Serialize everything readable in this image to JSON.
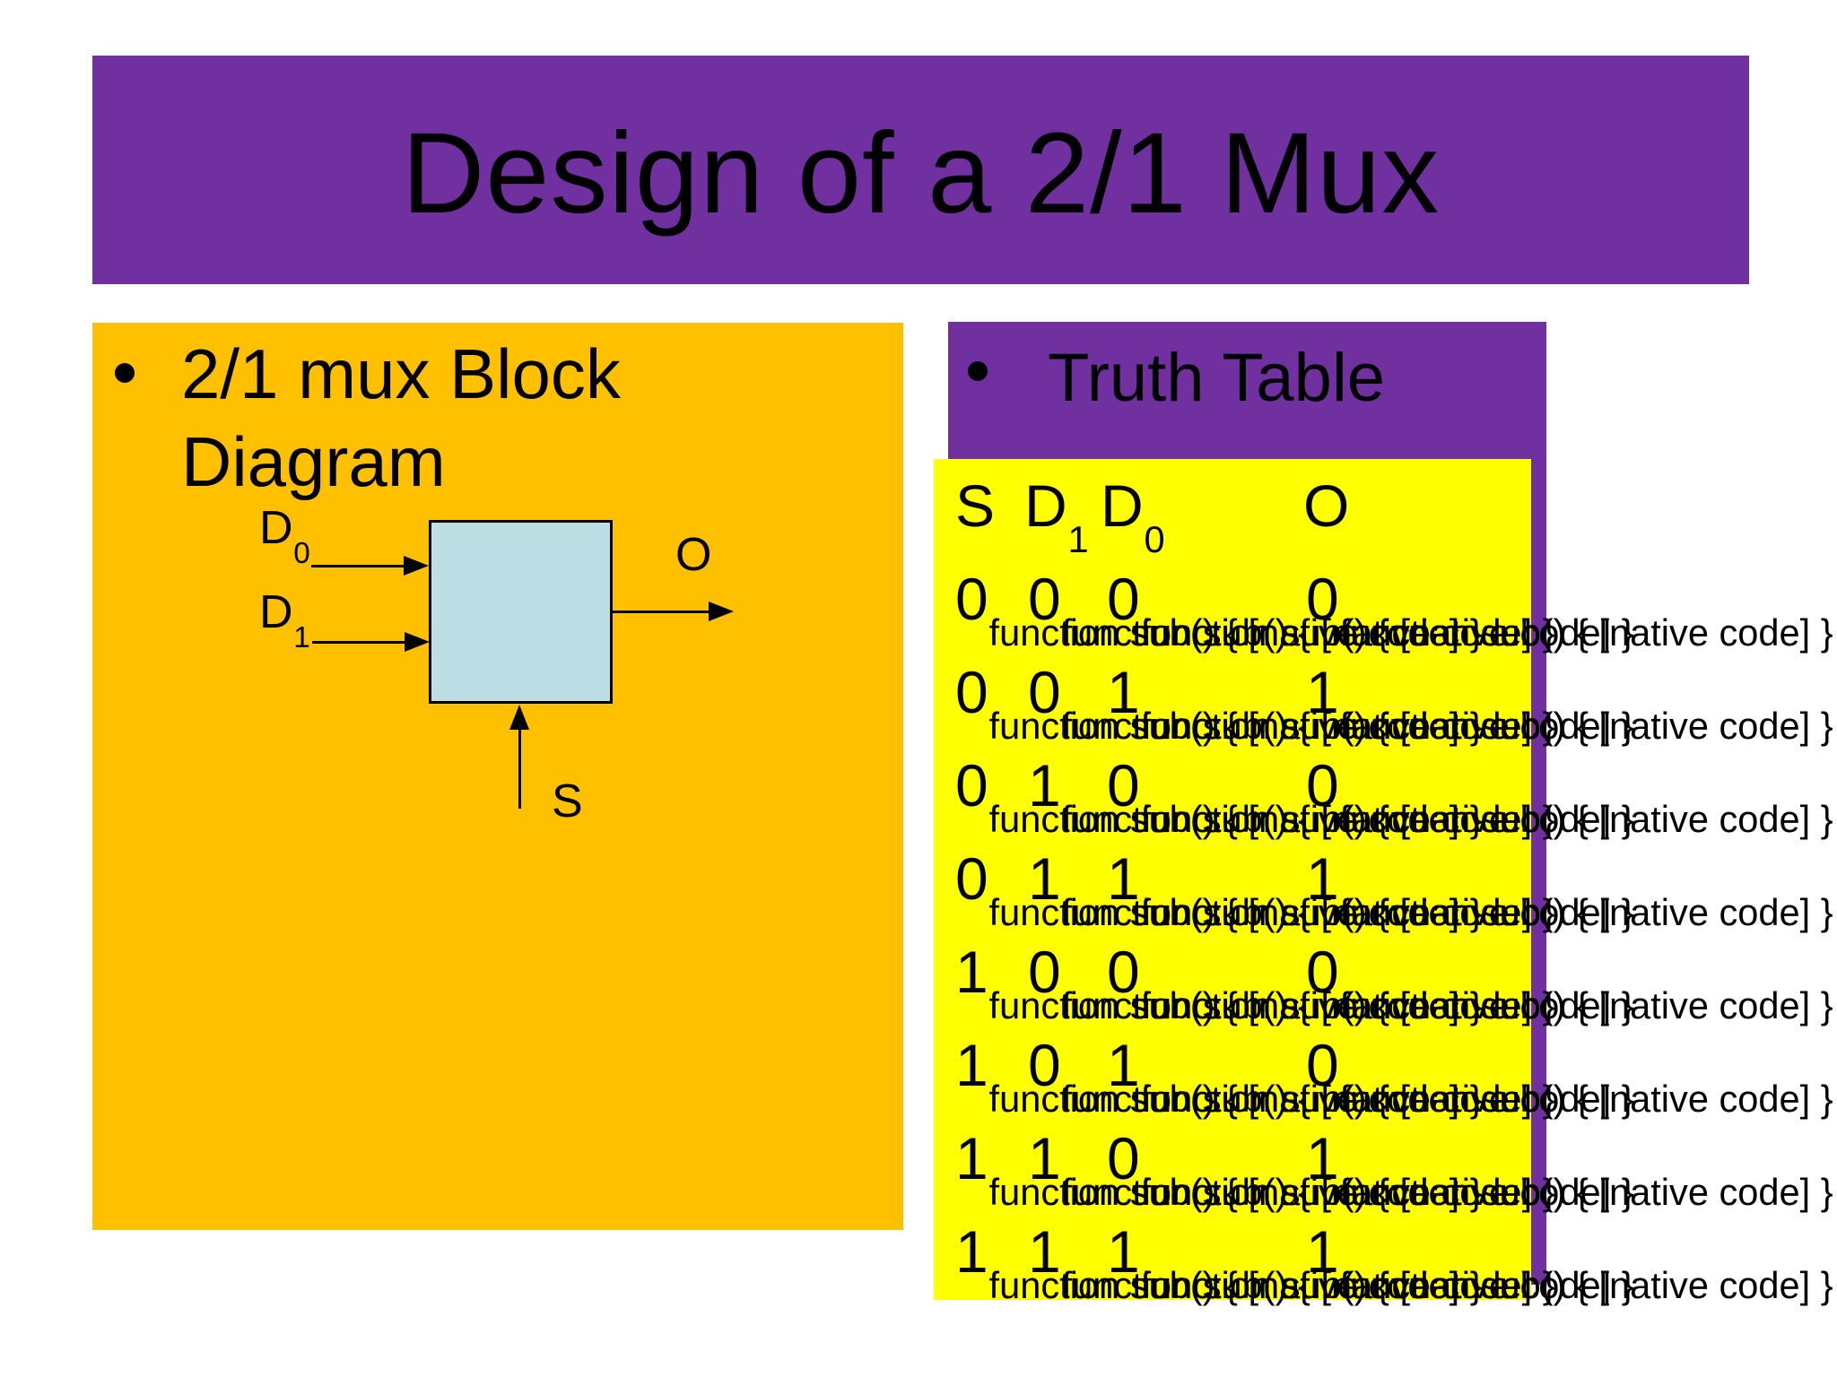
{
  "slide": {
    "title": "Design of a 2/1 Mux",
    "left_panel": {
      "bullet_text": "2/1 mux Block Diagram",
      "diagram": {
        "inputs": [
          {
            "label": "D",
            "sub": "0"
          },
          {
            "label": "D",
            "sub": "1"
          }
        ],
        "output": {
          "label": "O"
        },
        "select": {
          "label": "S"
        }
      }
    },
    "right_panel": {
      "bullet_text": "Truth Table",
      "table": {
        "columns": [
          {
            "label": "S",
            "sub": ""
          },
          {
            "label": "D",
            "sub": "1"
          },
          {
            "label": "D",
            "sub": "0"
          },
          {
            "label": "O",
            "sub": ""
          }
        ],
        "rows": [
          [
            "0",
            "0",
            "0",
            "0"
          ],
          [
            "0",
            "0",
            "1",
            "1"
          ],
          [
            "0",
            "1",
            "0",
            "0"
          ],
          [
            "0",
            "1",
            "1",
            "1"
          ],
          [
            "1",
            "0",
            "0",
            "0"
          ],
          [
            "1",
            "0",
            "1",
            "0"
          ],
          [
            "1",
            "1",
            "0",
            "1"
          ],
          [
            "1",
            "1",
            "1",
            "1"
          ]
        ]
      }
    },
    "colors": {
      "banner_purple": "#7030A0",
      "panel_orange": "#FFC000",
      "table_yellow": "#FFFF00",
      "mux_box_blue": "#BBDFE4",
      "text_black": "#000000",
      "background_white": "#FFFFFF"
    }
  }
}
